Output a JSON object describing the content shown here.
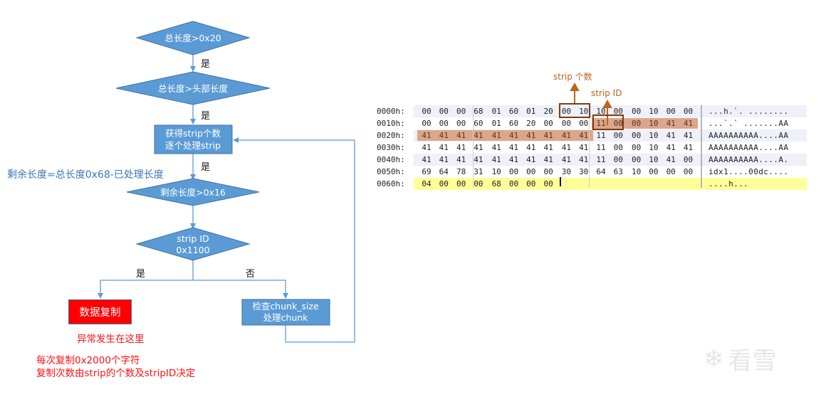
{
  "flowchart": {
    "nodes": {
      "check_total_gt_0x20": "总长度>0x20",
      "check_total_gt_header": "总长度>头部长度",
      "get_strip_count_line1": "获得strip个数",
      "get_strip_count_line2": "逐个处理strip",
      "check_remaining_gt_0x16": "剩余长度>0x16",
      "check_strip_id_line1": "strip ID",
      "check_strip_id_line2": "0x1100",
      "data_copy": "数据复制",
      "check_chunk_line1": "检查chunk_size",
      "check_chunk_line2": "处理chunk"
    },
    "edge_labels": {
      "yes_1": "是",
      "yes_2": "是",
      "yes_3": "是",
      "yes_4": "是",
      "no_1": "否"
    },
    "notes": {
      "remaining_formula": "剩余长度=总长度0x68-已处理长度",
      "exception_here": "异常发生在这里",
      "copy_size": "每次复制0x2000个字符",
      "copy_count": "复制次数由strip的个数及stripID决定"
    },
    "colors": {
      "node_fill": "#5b9bd5",
      "node_border": "#41719c",
      "copy_fill": "#ff0000",
      "edge": "#5b9bd5",
      "note_blue": "#3b77b8",
      "note_red": "#ff1111"
    }
  },
  "hex_view": {
    "rows": [
      {
        "offset": "0000h:",
        "bytes": [
          "00",
          "00",
          "00",
          "68",
          "01",
          "60",
          "01",
          "20",
          "00",
          "10",
          "10",
          "00",
          "00",
          "10",
          "00",
          "00"
        ],
        "ascii": "...h.`. ........"
      },
      {
        "offset": "0010h:",
        "bytes": [
          "00",
          "00",
          "00",
          "60",
          "01",
          "60",
          "20",
          "00",
          "00",
          "00",
          "11",
          "00",
          "00",
          "10",
          "41",
          "41"
        ],
        "ascii": "...`.` .......AA"
      },
      {
        "offset": "0020h:",
        "bytes": [
          "41",
          "41",
          "41",
          "41",
          "41",
          "41",
          "41",
          "41",
          "41",
          "41",
          "11",
          "00",
          "00",
          "10",
          "41",
          "41"
        ],
        "ascii": "AAAAAAAAAA....AA"
      },
      {
        "offset": "0030h:",
        "bytes": [
          "41",
          "41",
          "41",
          "41",
          "41",
          "41",
          "41",
          "41",
          "41",
          "41",
          "11",
          "00",
          "00",
          "10",
          "41",
          "41"
        ],
        "ascii": "AAAAAAAAAA....AA"
      },
      {
        "offset": "0040h:",
        "bytes": [
          "41",
          "41",
          "41",
          "41",
          "41",
          "41",
          "41",
          "41",
          "41",
          "41",
          "11",
          "00",
          "00",
          "10",
          "41",
          "00"
        ],
        "ascii": "AAAAAAAAAA....A."
      },
      {
        "offset": "0050h:",
        "bytes": [
          "69",
          "64",
          "78",
          "31",
          "10",
          "00",
          "00",
          "00",
          "30",
          "30",
          "64",
          "63",
          "10",
          "00",
          "00",
          "00"
        ],
        "ascii": "idx1....00dc...."
      },
      {
        "offset": "0060h:",
        "bytes": [
          "04",
          "00",
          "00",
          "00",
          "68",
          "00",
          "00",
          "00"
        ],
        "ascii": "....h..."
      }
    ],
    "annotations": {
      "strip_count": "strip 个数",
      "strip_id": "strip ID"
    },
    "colors": {
      "highlight": "#dba68a",
      "mark_border": "#7a3c10",
      "annotation": "#c0621a",
      "row_alt": "#eff0fa",
      "row_last": "#ffff99"
    }
  },
  "watermark": {
    "icon": "snowflake-icon",
    "text": "看雪"
  }
}
